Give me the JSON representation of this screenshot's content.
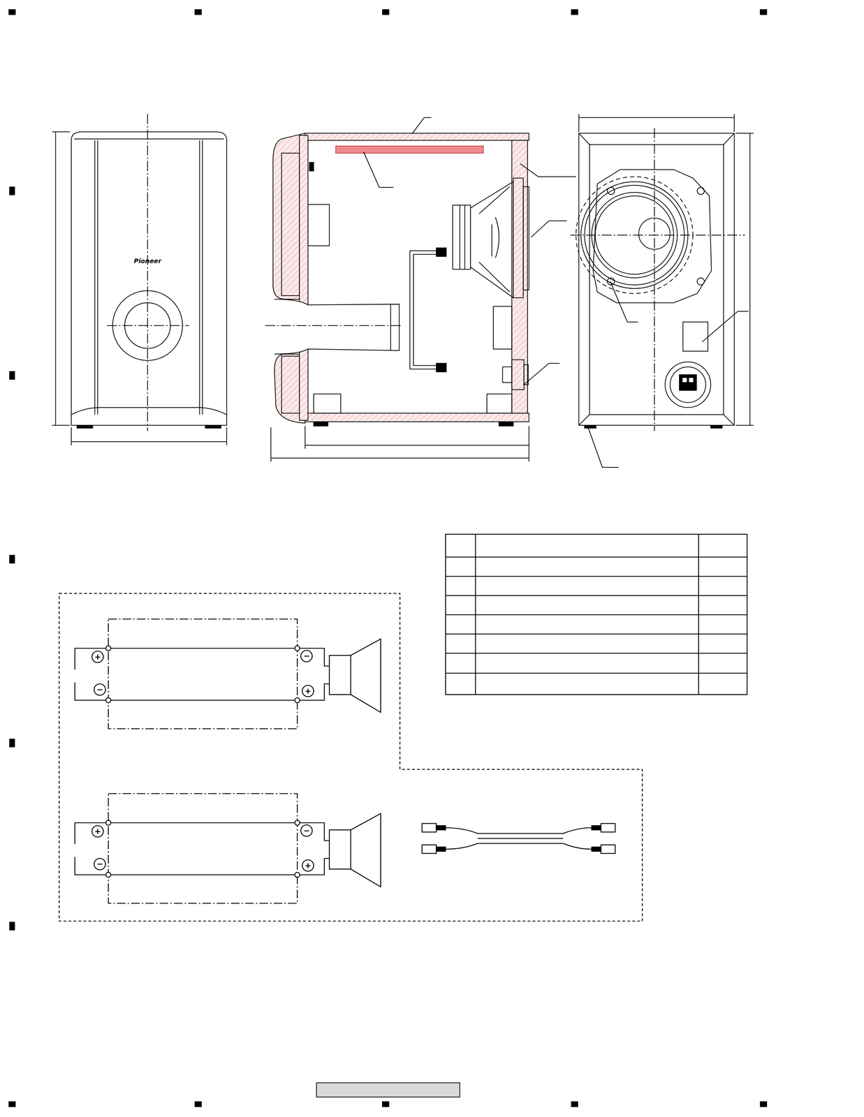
{
  "diagram": {
    "labels": [
      "Pioneer",
      "+",
      "−",
      "−",
      "+",
      "+",
      "−",
      "−",
      "+"
    ]
  }
}
